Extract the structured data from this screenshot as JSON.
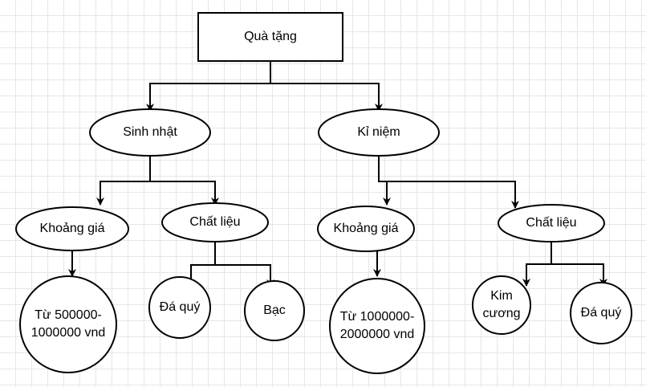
{
  "colors": {
    "stroke": "#000000",
    "fill": "#ffffff",
    "grid": "#e6e6e6"
  },
  "root": {
    "label": "Quà tặng"
  },
  "branches": [
    {
      "label": "Sinh nhật",
      "children": [
        {
          "label": "Khoảng giá",
          "children": [
            "Từ 500000-1000000 vnd"
          ]
        },
        {
          "label": "Chất liệu",
          "children": [
            "Đá quý",
            "Bạc"
          ]
        }
      ]
    },
    {
      "label": "Kỉ niệm",
      "children": [
        {
          "label": "Khoảng giá",
          "children": [
            "Từ 1000000-2000000 vnd"
          ]
        },
        {
          "label": "Chất liệu",
          "children": [
            "Kim cương",
            "Đá quý"
          ]
        }
      ]
    }
  ]
}
